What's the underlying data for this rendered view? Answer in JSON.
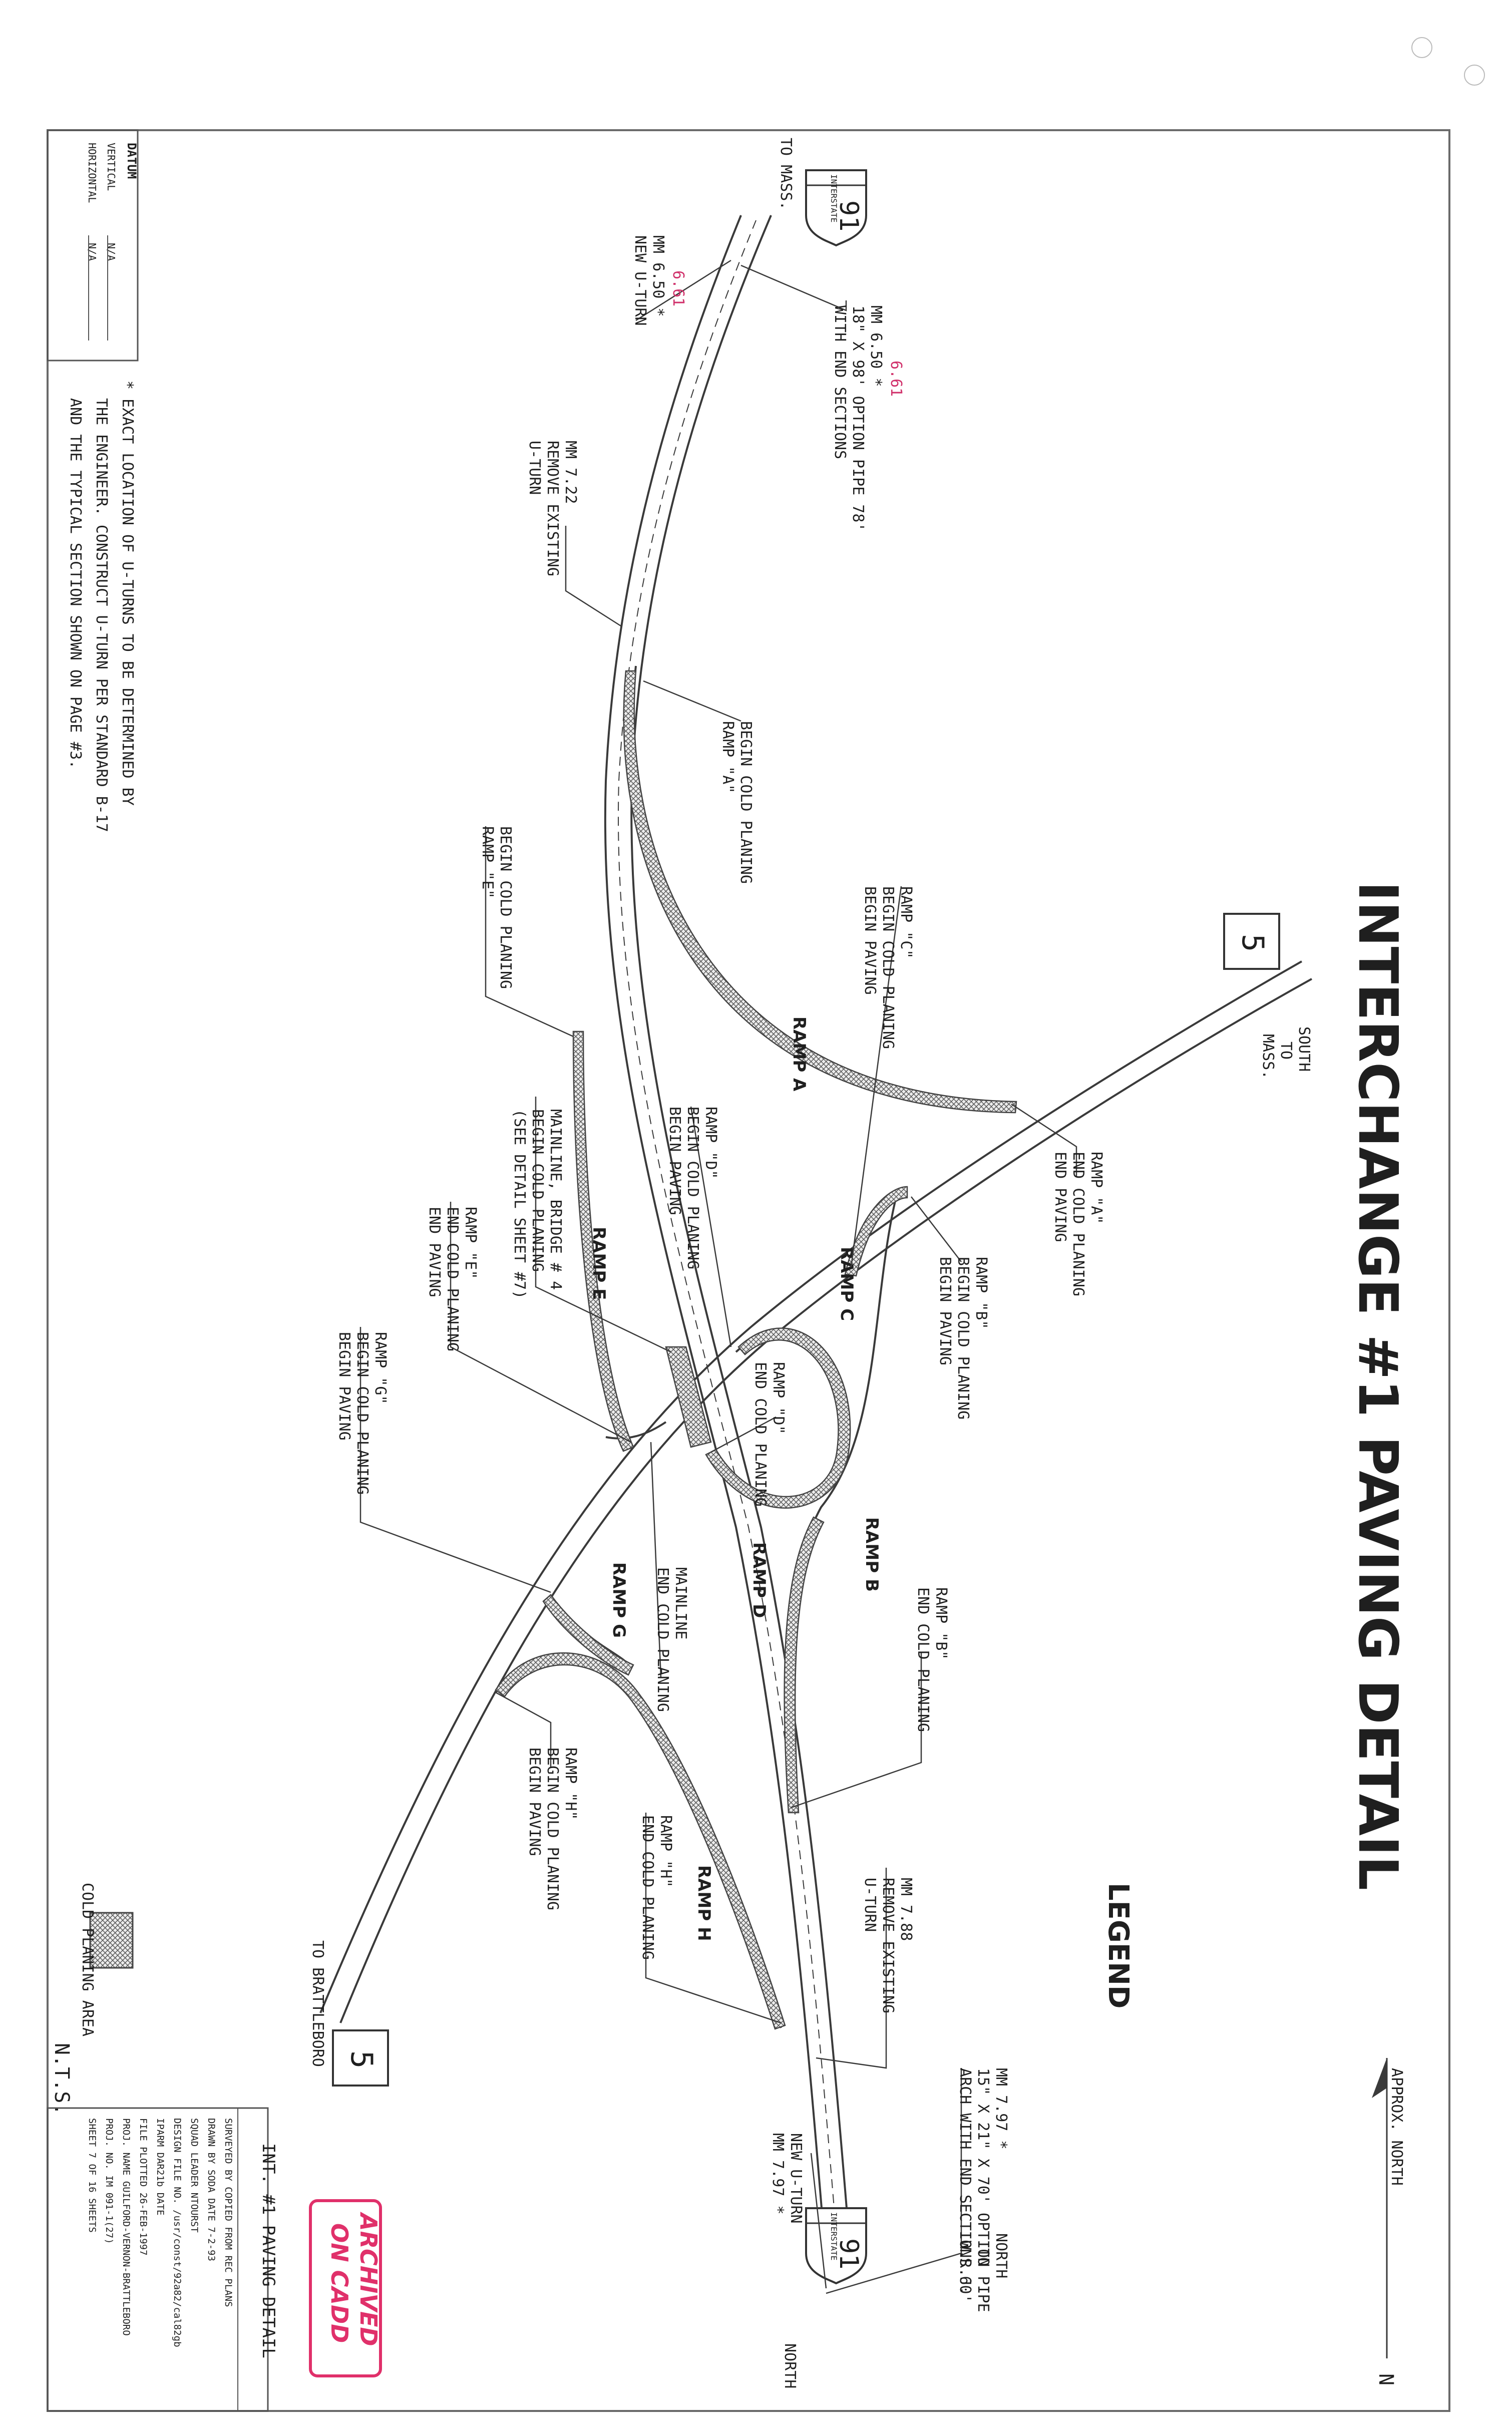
{
  "title": "INTERCHANGE #1 PAVING DETAIL",
  "north_arrow": "APPROX. NORTH",
  "north_mark": "N",
  "shields": {
    "interstate_word": "INTERSTATE",
    "interstate_num": "91",
    "us_num": "5"
  },
  "directions": {
    "to_mass": "TO MASS.",
    "south_to_mass": [
      "SOUTH",
      "TO",
      "MASS."
    ],
    "north_to_wrj": [
      "NORTH",
      "TO",
      "W.R.J."
    ],
    "to_brattleboro": "TO BRATTLEBORO",
    "north": "NORTH"
  },
  "ramps": {
    "a": "RAMP A",
    "b": "RAMP B",
    "c": "RAMP C",
    "d": "RAMP D",
    "e": "RAMP E",
    "g": "RAMP G",
    "h": "RAMP H"
  },
  "notes": {
    "mm650_pipe": {
      "red": "6.61",
      "lines": [
        "MM 6.50 *",
        "18\" X 98' OPTION PIPE 78'",
        "WITH END SECTIONS"
      ]
    },
    "mm650_uturn": {
      "red": "6.61",
      "lines": [
        "MM 6.50 *",
        "NEW U-TURN"
      ]
    },
    "mm722": [
      "MM 7.22",
      "REMOVE EXISTING",
      "U-TURN"
    ],
    "begin_a": [
      "BEGIN COLD PLANING",
      "RAMP \"A\""
    ],
    "begin_e": [
      "BEGIN COLD PLANING",
      "RAMP \"E\""
    ],
    "ramp_c": [
      "RAMP \"C\"",
      "BEGIN COLD PLANING",
      "BEGIN PAVING"
    ],
    "ramp_a_end": [
      "RAMP \"A\"",
      "END COLD PLANING",
      "END PAVING"
    ],
    "ramp_d_begin": [
      "RAMP \"D\"",
      "BEGIN COLD PLANING",
      "BEGIN PAVING"
    ],
    "ramp_b_begin": [
      "RAMP \"B\"",
      "BEGIN COLD PLANING",
      "BEGIN PAVING"
    ],
    "mainline_bridge": [
      "MAINLINE, BRIDGE # 4",
      "BEGIN COLD PLANING",
      "(SEE DETAIL SHEET #7)"
    ],
    "ramp_e_end": [
      "RAMP \"E\"",
      "END COLD PLANING",
      "END PAVING"
    ],
    "ramp_d_end": [
      "RAMP \"D\"",
      "END COLD PLANING"
    ],
    "ramp_g": [
      "RAMP \"G\"",
      "BEGIN COLD PLANING",
      "BEGIN PAVING"
    ],
    "mainline_end": [
      "MAINLINE",
      "END COLD PLANING"
    ],
    "ramp_b_end": [
      "RAMP \"B\"",
      "END COLD PLANING"
    ],
    "ramp_h_begin": [
      "RAMP \"H\"",
      "BEGIN COLD PLANING",
      "BEGIN PAVING"
    ],
    "ramp_h_end": [
      "RAMP \"H\"",
      "END COLD PLANING"
    ],
    "mm788": [
      "MM 7.88",
      "REMOVE EXISTING",
      "U-TURN"
    ],
    "mm797_arch": {
      "lines": [
        "MM 7.97 *",
        "15\" X 21\" X 70' OPTION PIPE",
        "ARCH WITH END SECTIONS 60'"
      ]
    },
    "mm797_uturn": [
      "NEW U-TURN",
      "MM 7.97 *"
    ]
  },
  "footnote": [
    "* EXACT LOCATION OF U-TURNS TO BE DETERMINED BY",
    "THE ENGINEER. CONSTRUCT U-TURN PER STANDARD B-17",
    "AND THE TYPICAL SECTION SHOWN ON PAGE #3."
  ],
  "datum": {
    "label": "DATUM",
    "vertical": "VERTICAL",
    "vertical_val": "N/A",
    "horizontal": "HORIZONTAL",
    "horizontal_val": "N/A"
  },
  "legend": {
    "title": "LEGEND",
    "item": "COLD PLANING AREA",
    "scale": "N.T.S."
  },
  "stamp": [
    "ARCHIVED",
    "ON CADD"
  ],
  "title_block": {
    "sheet_title": "INT. #1 PAVING DETAIL",
    "rows": [
      "SURVEYED BY    COPIED FROM REC PLANS",
      "DRAWN BY    SODA    DATE 7-2-93",
      "SQUAD LEADER    NTOURST",
      "DESIGN FILE NO.  /usr/const/92a82/cal82gb",
      "IPARM  DAR21b    DATE",
      "FILE          PLOTTED 26-FEB-1997",
      "PROJ. NAME  GUILFORD-VERNON-BRATTLEBORO",
      "PROJ. NO.    IM 091-1(27)",
      "SHEET  7  OF  16  SHEETS"
    ]
  },
  "colors": {
    "ink": "#1f1f1f",
    "red_note": "#d0306a",
    "stamp": "#e0306a"
  }
}
